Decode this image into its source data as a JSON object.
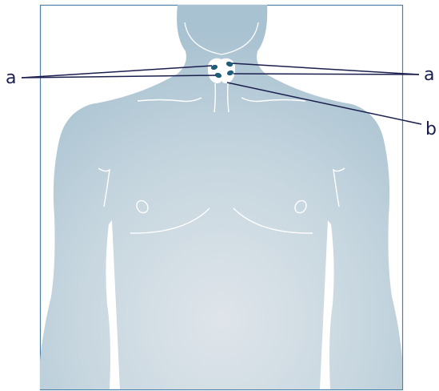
{
  "labels": {
    "a_left": "a",
    "a_right": "a",
    "b": "b"
  },
  "colors": {
    "frame": "#4e7fa4",
    "body_center": "#dfe5ea",
    "body_edge": "#a9c2d1",
    "outline": "#ffffff",
    "gland_fill": "#ffffff",
    "parathyroid": "#1f5e7a",
    "callout_line": "#1b1f4e",
    "label_text": "#1b1f4e"
  }
}
